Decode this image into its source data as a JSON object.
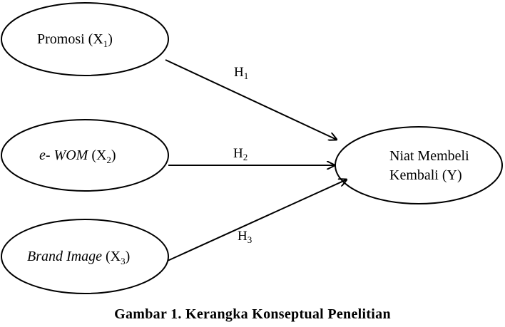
{
  "nodes": {
    "x1": {
      "label": "Promosi (X",
      "sub": "1",
      "close": ")"
    },
    "x2": {
      "label_italic": "e- WOM",
      "label_rest": " (X",
      "sub": "2",
      "close": ")"
    },
    "x3": {
      "label_italic": "Brand Image",
      "label_rest": " (X",
      "sub": "3",
      "close": ")"
    },
    "y": {
      "line1": "Niat Membeli",
      "line2": "Kembali (Y)"
    }
  },
  "edges": {
    "h1": {
      "label": "H",
      "sub": "1"
    },
    "h2": {
      "label": "H",
      "sub": "2"
    },
    "h3": {
      "label": "H",
      "sub": "3"
    }
  },
  "caption": "Gambar 1. Kerangka Konseptual Penelitian",
  "colors": {
    "stroke": "#000000",
    "background": "#ffffff"
  }
}
